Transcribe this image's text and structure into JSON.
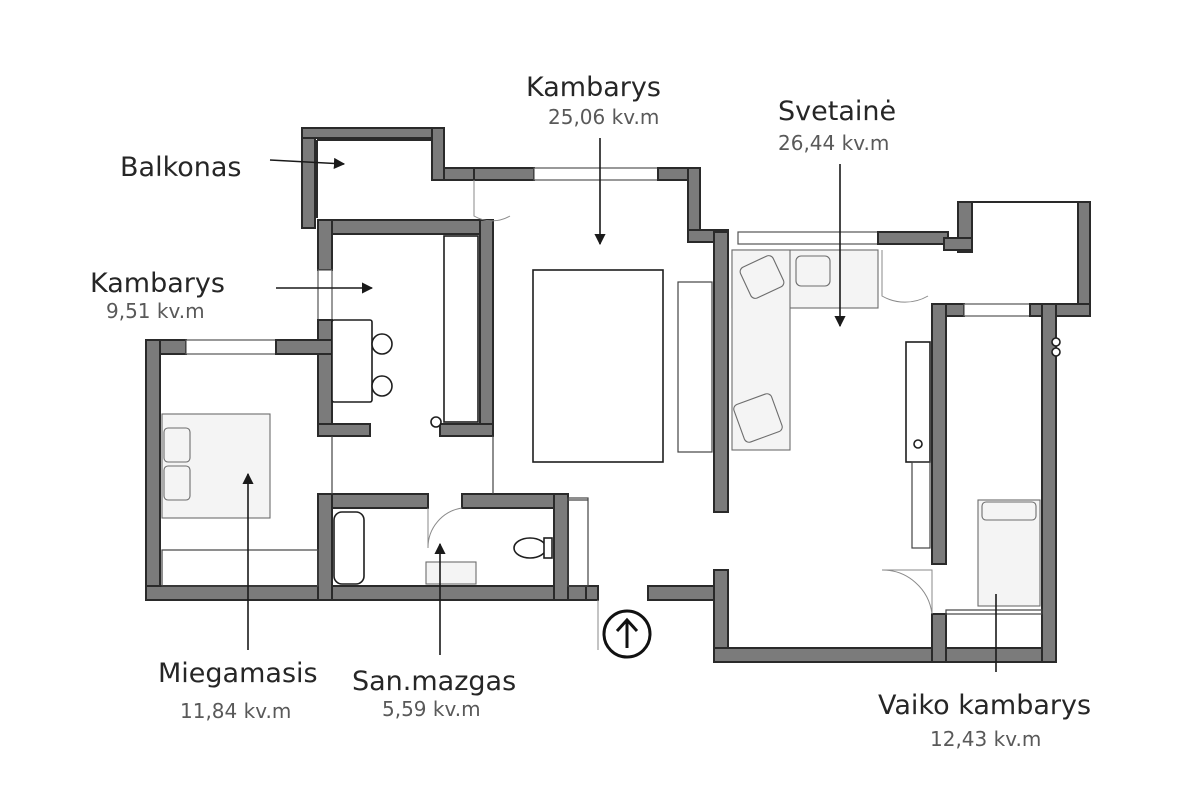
{
  "labels": {
    "balkonas": {
      "name": "Balkonas"
    },
    "kambarys_small": {
      "name": "Kambarys",
      "area": "9,51 kv.m"
    },
    "kambarys_large": {
      "name": "Kambarys",
      "area": "25,06 kv.m"
    },
    "svetaine": {
      "name": "Svetainė",
      "area": "26,44 kv.m"
    },
    "miegamasis": {
      "name": "Miegamasis",
      "area": "11,84 kv.m"
    },
    "sanmazgas": {
      "name": "San.mazgas",
      "area": "5,59 kv.m"
    },
    "vaiko_kambarys": {
      "name": "Vaiko kambarys",
      "area": "12,43 kv.m"
    }
  },
  "entrance_icon": "arrow-up-circle-icon",
  "colors": {
    "wall": "#7b7b7b",
    "line": "#2a2a2a",
    "text": "#262626",
    "subtext": "#595959"
  }
}
